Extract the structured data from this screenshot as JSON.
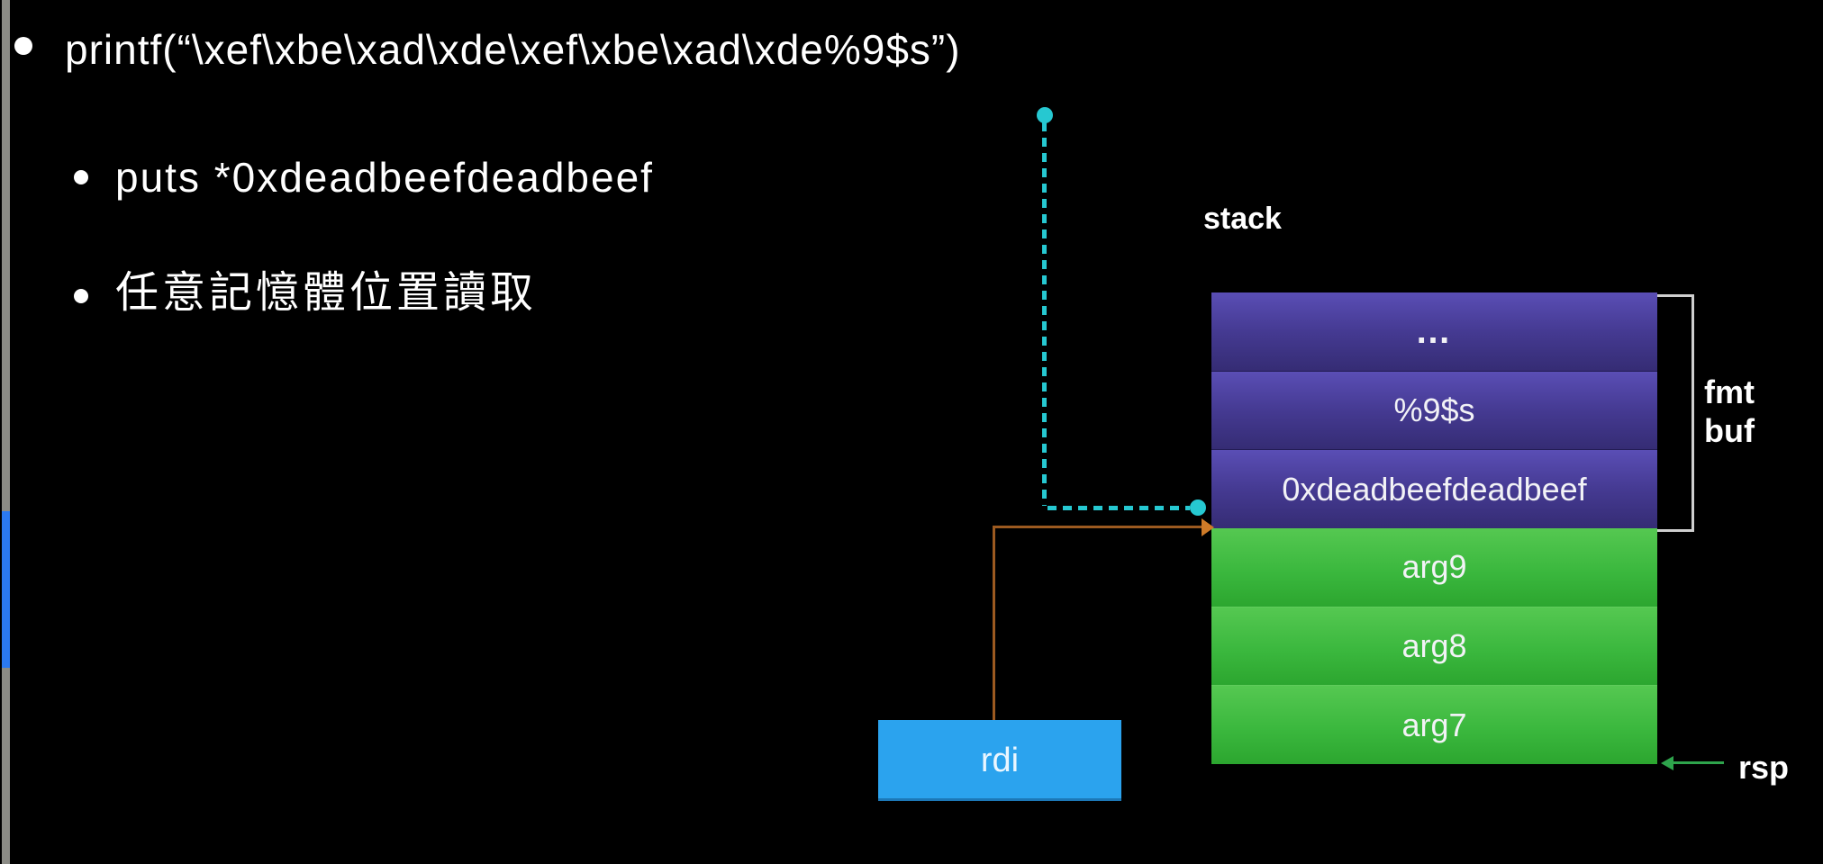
{
  "slide_bullets": [
    {
      "level": 1,
      "text": "printf(“\\xef\\xbe\\xad\\xde\\xef\\xbe\\xad\\xde%9$s”)"
    },
    {
      "level": 2,
      "text": "puts *0xdeadbeefdeadbeef"
    },
    {
      "level": 2,
      "text": "任意記憶體位置讀取"
    }
  ],
  "diagram": {
    "stack_label": "stack",
    "stack_rows": [
      {
        "label": "…",
        "type": "fmt-buffer"
      },
      {
        "label": "%9$s",
        "type": "fmt-buffer"
      },
      {
        "label": "0xdeadbeefdeadbeef",
        "type": "fmt-buffer"
      },
      {
        "label": "arg9",
        "type": "argument"
      },
      {
        "label": "arg8",
        "type": "argument"
      },
      {
        "label": "arg7",
        "type": "argument"
      }
    ],
    "bracket_label_line1": "fmt",
    "bracket_label_line2": "buf",
    "rsp_label": "rsp",
    "rdi_label": "rdi"
  },
  "colors": {
    "background": "#000000",
    "fmt_row_top": "#5a4eb5",
    "fmt_row_bottom": "#352c74",
    "arg_row_top": "#55c851",
    "arg_row_bottom": "#2ca62f",
    "rdi_box_blue": "#2ba3ee",
    "pointer_cyan": "#26c8d1",
    "rdi_arrow_orange": "#9c5a20",
    "rdi_arrowhead_orange": "#cf7b28",
    "rsp_arrow_green": "#2ea44c",
    "bracket_white": "#cfcfcf",
    "edge_bar_gray": "#8b8b85",
    "edge_bar_blue": "#2b79f1"
  }
}
